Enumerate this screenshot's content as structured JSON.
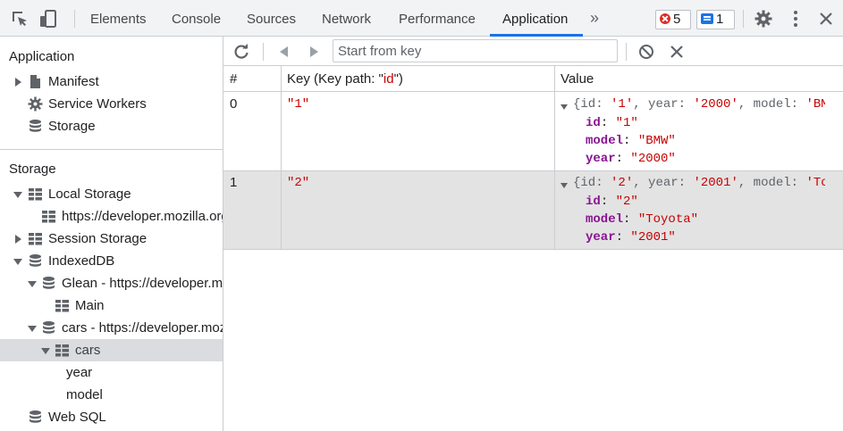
{
  "tabs": [
    {
      "label": "Elements",
      "active": false
    },
    {
      "label": "Console",
      "active": false
    },
    {
      "label": "Sources",
      "active": false
    },
    {
      "label": "Network",
      "active": false
    },
    {
      "label": "Performance",
      "active": false
    },
    {
      "label": "Application",
      "active": true
    }
  ],
  "badges": {
    "errors": "5",
    "messages": "1"
  },
  "icons": {
    "inspect": "inspect-element-icon",
    "device": "device-toolbar-icon",
    "more_tabs": "double-chevron-icon",
    "settings": "gear-icon",
    "menu": "kebab-menu-icon",
    "close": "close-icon"
  },
  "colors": {
    "accent": "#1a73e8",
    "error": "#d93025",
    "string": "#c80000",
    "prop_key": "#881391",
    "selected_row": "#dadce0"
  },
  "sidebar": {
    "application_title": "Application",
    "application_items": [
      {
        "label": "Manifest",
        "icon": "file-icon"
      },
      {
        "label": "Service Workers",
        "icon": "gear-icon"
      },
      {
        "label": "Storage",
        "icon": "database-icon"
      }
    ],
    "storage_title": "Storage",
    "storage_items": [
      {
        "label": "Local Storage",
        "icon": "grid-icon",
        "expanded": true
      },
      {
        "label": "https://developer.mozilla.org",
        "icon": "grid-icon"
      },
      {
        "label": "Session Storage",
        "icon": "grid-icon",
        "expanded": false
      },
      {
        "label": "IndexedDB",
        "icon": "database-icon",
        "expanded": true
      },
      {
        "label": "Glean - https://developer.mozilla.org",
        "icon": "database-icon",
        "expanded": true
      },
      {
        "label": "Main",
        "icon": "grid-icon"
      },
      {
        "label": "cars - https://developer.mozilla.org",
        "icon": "database-icon",
        "expanded": true
      },
      {
        "label": "cars",
        "icon": "grid-icon",
        "expanded": true,
        "selected": true
      },
      {
        "label": "year"
      },
      {
        "label": "model"
      },
      {
        "label": "Web SQL",
        "icon": "database-icon"
      }
    ]
  },
  "toolbar": {
    "key_placeholder": "Start from key"
  },
  "table": {
    "headers": {
      "index": "#",
      "key_prefix": "Key (Key path: \"",
      "key_path": "id",
      "key_suffix": "\")",
      "value": "Value"
    },
    "rows": [
      {
        "index": "0",
        "key": "\"1\"",
        "summary": {
          "p1": "{id: ",
          "v1": "'1'",
          "p2": ", year: ",
          "v2": "'2000'",
          "p3": ", model: ",
          "v3": "'BMW'",
          "p4": "}"
        },
        "props": [
          {
            "key": "id",
            "value": "\"1\""
          },
          {
            "key": "model",
            "value": "\"BMW\""
          },
          {
            "key": "year",
            "value": "\"2000\""
          }
        ]
      },
      {
        "index": "1",
        "key": "\"2\"",
        "summary": {
          "p1": "{id: ",
          "v1": "'2'",
          "p2": ", year: ",
          "v2": "'2001'",
          "p3": ", model: ",
          "v3": "'Toyota'",
          "p4": "}"
        },
        "props": [
          {
            "key": "id",
            "value": "\"2\""
          },
          {
            "key": "model",
            "value": "\"Toyota\""
          },
          {
            "key": "year",
            "value": "\"2001\""
          }
        ]
      }
    ]
  }
}
